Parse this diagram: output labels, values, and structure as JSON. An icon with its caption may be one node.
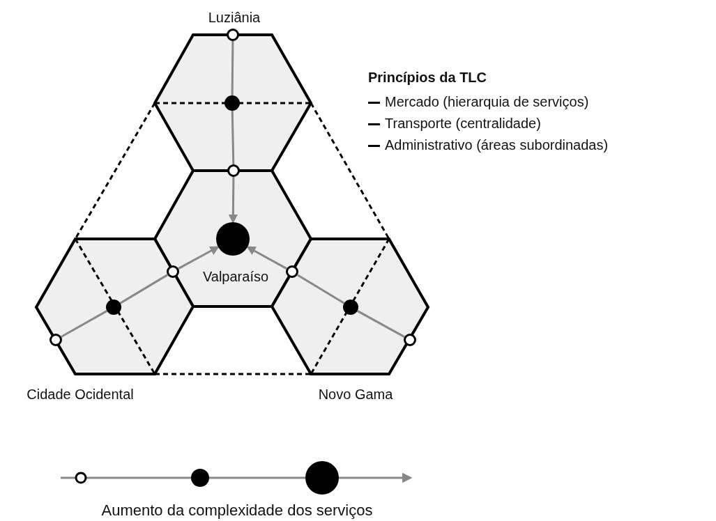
{
  "diagram": {
    "nodes": [
      {
        "text": [],
        "shape": "circle",
        "beside": [
          "Luziânia"
        ]
      },
      {
        "text": [],
        "shape": "circle"
      },
      {
        "text": [],
        "shape": "circle"
      },
      {
        "text": [],
        "shape": "circle",
        "beside": [
          "Valparaíso"
        ]
      },
      {
        "text": [],
        "shape": "circle",
        "beside": [
          "Cidade Ocidental"
        ]
      },
      {
        "text": [],
        "shape": "circle"
      },
      {
        "text": [],
        "shape": "circle"
      },
      {
        "text": [],
        "shape": "circle"
      },
      {
        "text": [],
        "shape": "circle"
      },
      {
        "text": [],
        "shape": "circle",
        "beside": [
          "Novo Gama"
        ]
      }
    ],
    "edges": [
      {
        "from": 0,
        "to": 1,
        "arrow": "none"
      },
      {
        "from": 1,
        "to": 2,
        "arrow": "none"
      },
      {
        "from": 2,
        "to": 3,
        "arrow": "to"
      },
      {
        "from": 4,
        "to": 5,
        "arrow": "none"
      },
      {
        "from": 5,
        "to": 6,
        "arrow": "none"
      },
      {
        "from": 6,
        "to": 3,
        "arrow": "to"
      },
      {
        "from": 9,
        "to": 8,
        "arrow": "none"
      },
      {
        "from": 8,
        "to": 7,
        "arrow": "none"
      },
      {
        "from": 7,
        "to": 3,
        "arrow": "to"
      }
    ],
    "labels": [
      "Princípios da TLC",
      "Mercado (hierarquia de serviços)",
      "Transporte (centralidade)",
      "Administrativo (áreas subordinadas)",
      "Aumento da complexidade dos serviços"
    ]
  }
}
